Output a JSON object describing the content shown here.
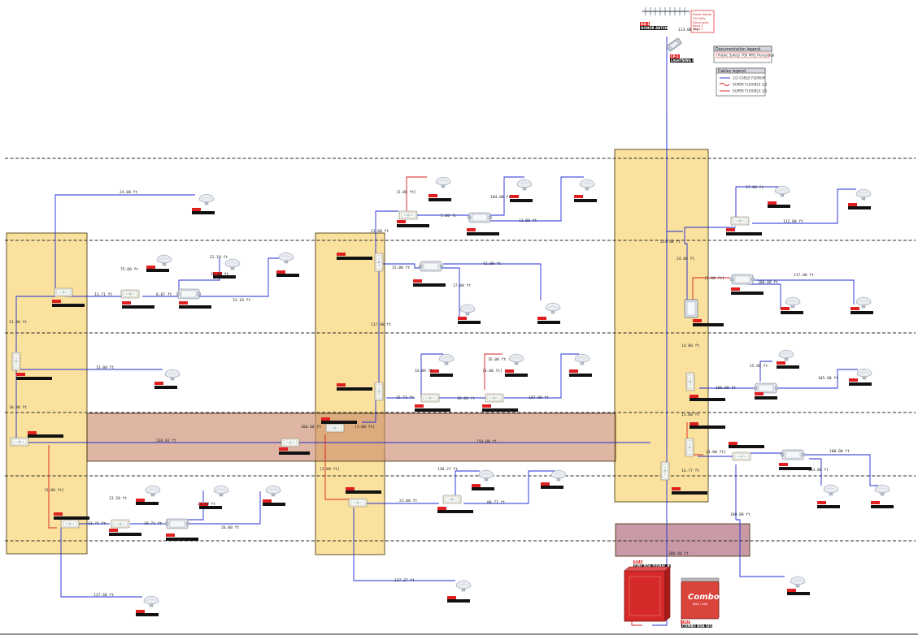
{
  "page": {
    "title": ""
  },
  "colors": {
    "cable_blue": "#1f2bd6",
    "cable_red": "#d62020",
    "zone_yellow": "#fae29e",
    "zone_yellow_border": "#3a2a00",
    "zone_brown": "#d9ab96",
    "zone_mauve": "#c99aa6",
    "tag_red": "#e02020",
    "antenna_grey": "#e4e7ec"
  },
  "floor_lines": 6,
  "annotations": {
    "donor_info": [
      "Public Safety",
      "700 MHz",
      "Donor gain",
      "Band 1",
      "Band 2"
    ]
  },
  "legends": {
    "documentation": {
      "title": "Documentation legend",
      "text": "Public Safety 700 MHz Horizontal"
    },
    "cables": {
      "title": "Cables legend",
      "items": [
        "1/2 CABLE PLENUM",
        "SUPER FLEXIBLE 1/2",
        "SUPER FLEXIBLE 1/2"
      ]
    }
  },
  "devices": {
    "donor_antenna": {
      "tag": "DA-1",
      "name": "DONOR ANTENNA"
    },
    "surge": {
      "tag": "LP-1",
      "name": "LIGHTNING PROT"
    },
    "bda": {
      "tag": "BDA",
      "name": "FIRE BDA SIGNAL BOOSTER"
    },
    "combo": {
      "title": "Combo",
      "subtitle": "BDA / DAS",
      "tag": "UNIT",
      "name": "COMBO BDA SIGNAL"
    }
  },
  "cable_lengths": [
    "24.00 ft",
    "75.00 ft",
    "13.71 ft",
    "8.87 ft",
    "30.00 ft",
    "33.10 ft",
    "22.10 ft",
    "11.00 ft",
    "13.00 ft",
    "10.00 ft",
    "230.83 ft",
    "150.00 ft",
    "[3.00 ft]",
    "13.71 ft",
    "10.71 ft",
    "13.20 ft",
    "26.00 ft",
    "23.80 ft",
    "117.40 ft",
    "21.00 ft",
    "5.00 ft",
    "15.00 ft",
    "117.00 ft",
    "42.00 ft",
    "[3.00 ft]",
    "104.00 ft",
    "11.00 ft",
    "17.00 ft",
    "15.73 ft",
    "107.00 ft",
    "[3.00 ft]",
    "[3.00 ft]",
    "33.09 ft",
    "21.00 ft",
    "80.77 ft",
    "18.00 ft",
    "117.37 ft",
    "[3.00 ft]",
    "160.00 ft",
    "130.27 ft",
    "224.00 ft",
    "24.00 ft",
    "[3.00 ft]",
    "117.00 ft",
    "100.00 ft",
    "17.00 ft",
    "112.00 ft",
    "105.00 ft",
    "14.00 ft",
    "106.00 ft",
    "[3.00 ft]",
    "100.00 ft",
    "113.00 ft",
    "180.00 ft",
    "14.77 ft",
    "300.00 ft",
    "113.00 ft",
    "15.00 ft",
    "11.00 ft",
    "35.00 ft"
  ]
}
